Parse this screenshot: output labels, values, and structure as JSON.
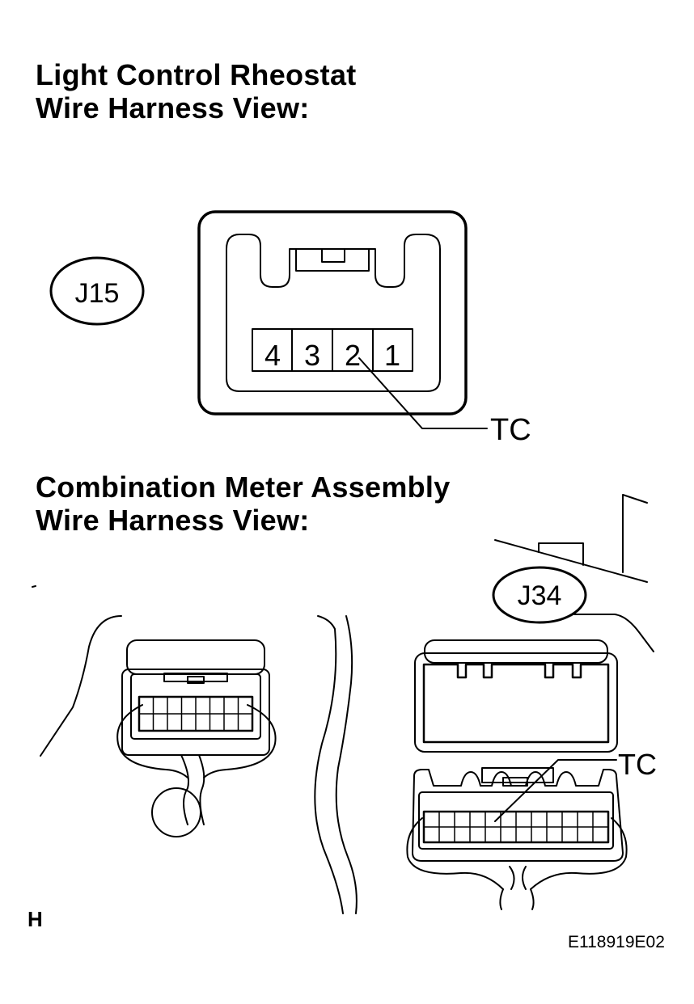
{
  "section1": {
    "title_line1": "Light Control Rheostat",
    "title_line2": "Wire Harness View:",
    "connector_id": "J15",
    "pins": [
      "4",
      "3",
      "2",
      "1"
    ],
    "terminal_label": "TC"
  },
  "section2": {
    "title_line1": "Combination Meter Assembly",
    "title_line2": "Wire Harness View:",
    "connector_id": "J34",
    "terminal_label": "TC"
  },
  "footer": {
    "corner_mark": "H",
    "figure_code": "E118919E02"
  }
}
